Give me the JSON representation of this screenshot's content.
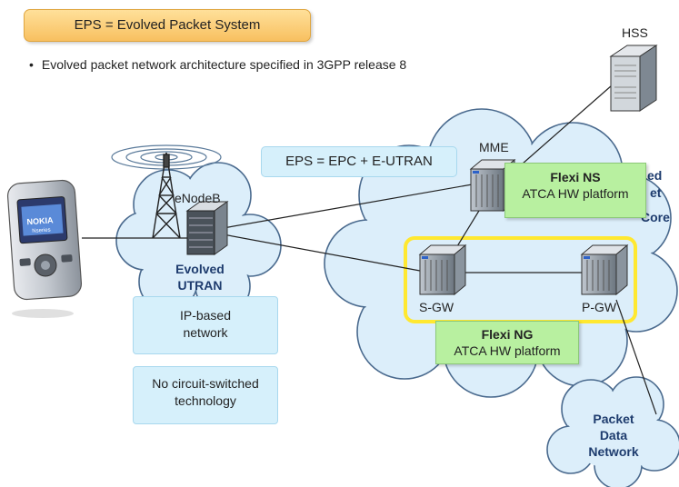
{
  "header": {
    "title": "EPS = Evolved Packet System",
    "bullet": "Evolved packet network architecture specified in 3GPP release 8"
  },
  "callouts": {
    "eps_definition": "EPS = EPC + E-UTRAN",
    "flexi_ns": {
      "name": "Flexi NS",
      "platform": "ATCA HW platform"
    },
    "flexi_ng": {
      "name": "Flexi NG",
      "platform": "ATCA HW platform"
    }
  },
  "nodes": {
    "hss": "HSS",
    "mme": "MME",
    "enodeb": "eNodeB",
    "sgw": "S-GW",
    "pgw": "P-GW"
  },
  "clouds": {
    "utran_line1": "Evolved",
    "utran_line2": "UTRAN",
    "core_line1": "ed",
    "core_line2": "et",
    "core_line3": "Core",
    "pdn_line1": "Packet",
    "pdn_line2": "Data",
    "pdn_line3": "Network"
  },
  "features": {
    "ip_line1": "IP-based",
    "ip_line2": "network",
    "cs_line1": "No circuit-switched",
    "cs_line2": "technology"
  },
  "phone": {
    "brand": "NOKIA",
    "series": "Nseries"
  },
  "colors": {
    "cloud_fill": "#dceefa",
    "cloud_stroke": "#4a6a8e",
    "callout_green": "#b8f0a0",
    "highlight_yellow": "#ffe830",
    "label_blue": "#1e3c6e"
  }
}
